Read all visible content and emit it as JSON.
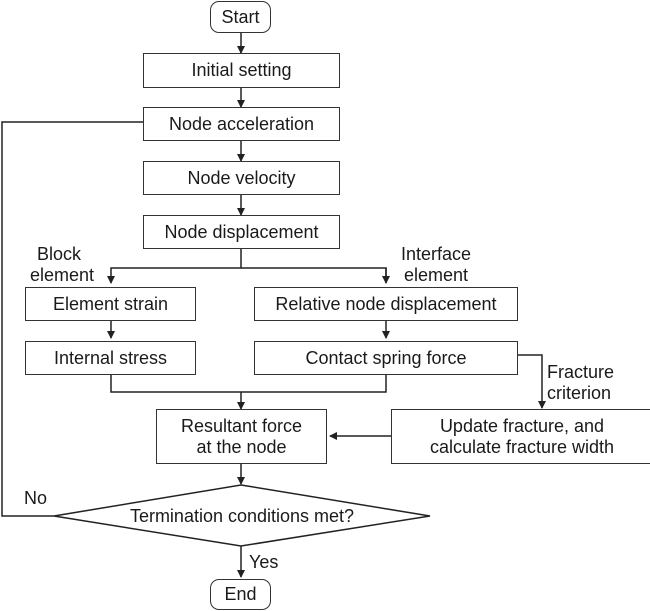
{
  "flowchart": {
    "start": "Start",
    "initial_setting": "Initial setting",
    "node_acceleration": "Node acceleration",
    "node_velocity": "Node velocity",
    "node_displacement": "Node displacement",
    "block_element_label": [
      "Block",
      "element"
    ],
    "interface_element_label": [
      "Interface",
      "element"
    ],
    "element_strain": "Element strain",
    "internal_stress": "Internal stress",
    "relative_node_displacement": "Relative node displacement",
    "contact_spring_force": "Contact spring force",
    "fracture_criterion_label": [
      "Fracture",
      "criterion"
    ],
    "resultant_force": [
      "Resultant force",
      "at the node"
    ],
    "update_fracture": [
      "Update fracture, and",
      "calculate fracture width"
    ],
    "termination_decision": "Termination conditions met?",
    "no_label": "No",
    "yes_label": "Yes",
    "end": "End"
  }
}
